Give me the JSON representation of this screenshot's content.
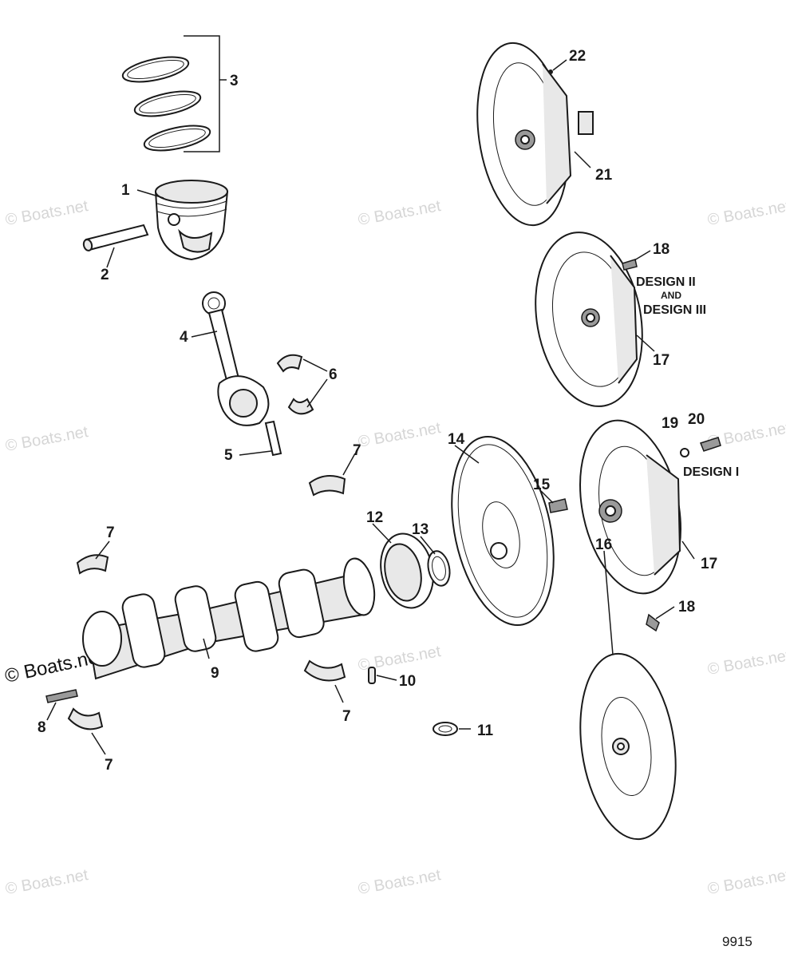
{
  "callouts": [
    "1",
    "2",
    "3",
    "4",
    "5",
    "6",
    "7",
    "8",
    "9",
    "10",
    "11",
    "12",
    "13",
    "14",
    "15",
    "16",
    "17",
    "18",
    "19",
    "20",
    "21",
    "22"
  ],
  "notes": {
    "design_2": "DESIGN II",
    "and": "AND",
    "design_3": "DESIGN III",
    "design_1": "DESIGN I"
  },
  "watermark": "© Boats.net",
  "figure_number": "9915"
}
